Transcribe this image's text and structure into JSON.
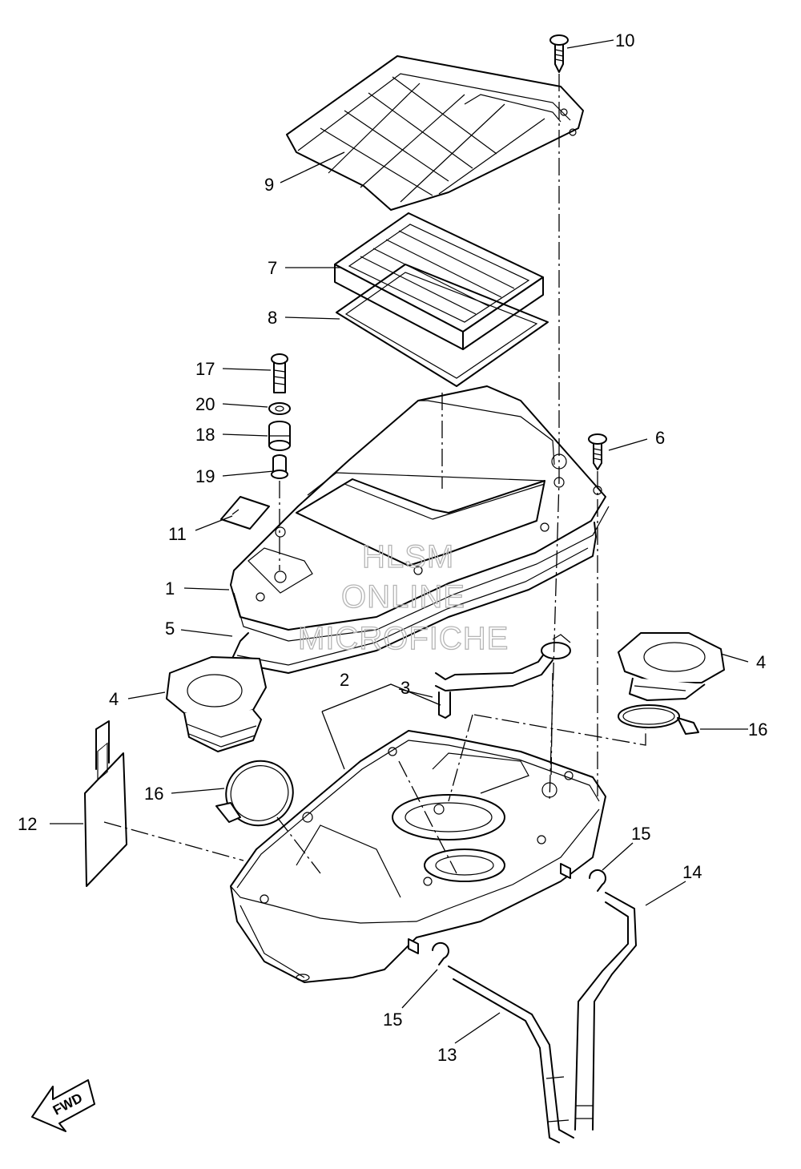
{
  "watermark": {
    "line1": "HLSM",
    "line2": "ONLINE",
    "line3": "MICROFICHE"
  },
  "direction_label": "FWD",
  "callouts": {
    "c1": "1",
    "c2": "2",
    "c3": "3",
    "c4a": "4",
    "c4b": "4",
    "c5": "5",
    "c6": "6",
    "c7": "7",
    "c8": "8",
    "c9": "9",
    "c10": "10",
    "c11": "11",
    "c12": "12",
    "c13": "13",
    "c14": "14",
    "c15a": "15",
    "c15b": "15",
    "c16a": "16",
    "c16b": "16",
    "c17": "17",
    "c18": "18",
    "c19": "19",
    "c20": "20"
  }
}
